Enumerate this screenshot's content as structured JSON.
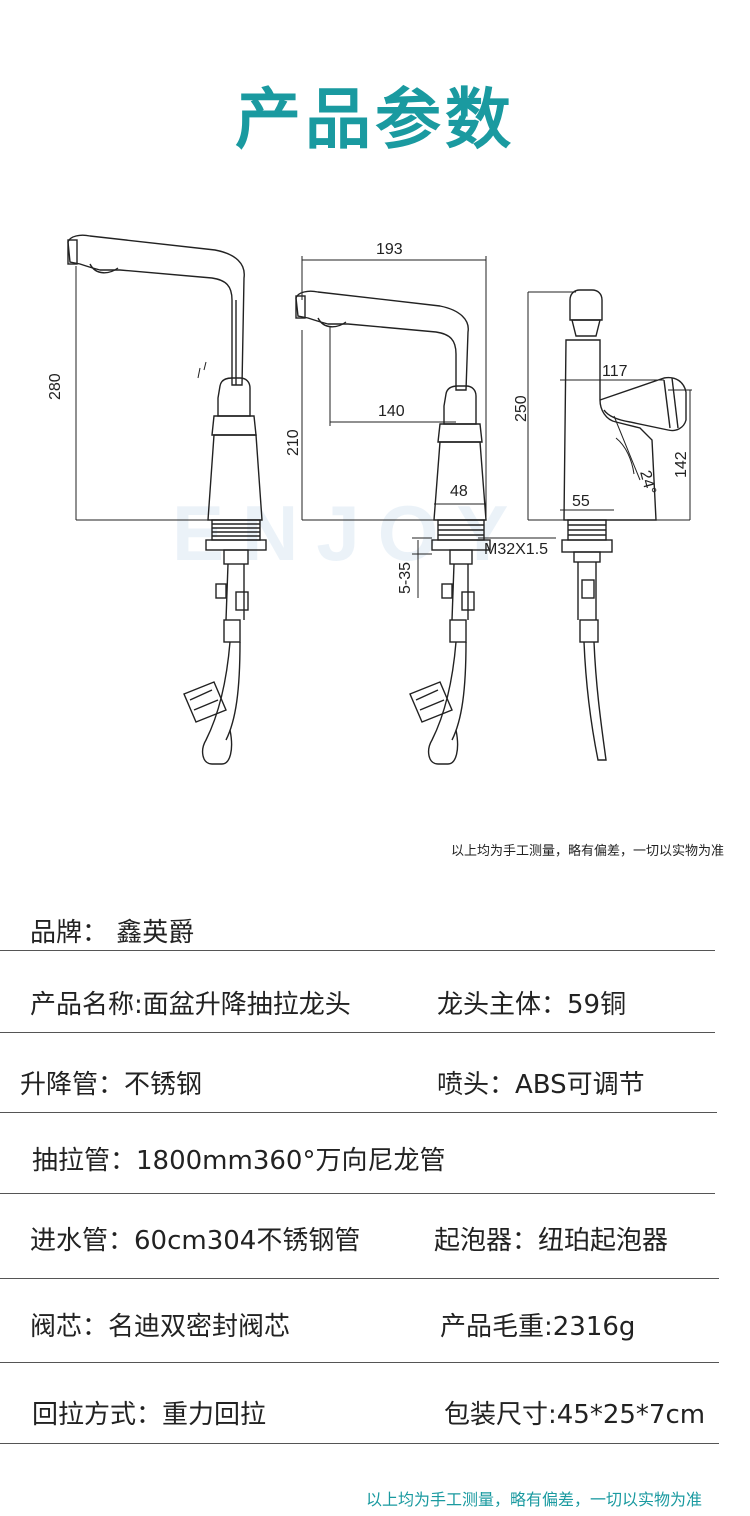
{
  "page_title": "产品参数",
  "watermark": "ENJOY",
  "dimensions": {
    "height_280": "280",
    "width_193": "193",
    "height_210": "210",
    "reach_140": "140",
    "base_48": "48",
    "thread": "M32X1.5",
    "deck_range": "5-35",
    "height_250": "250",
    "reach_117": "117",
    "angle": "24°",
    "height_142": "142",
    "base_55": "55"
  },
  "note": "以上均为手工测量，略有偏差，一切以实物为准",
  "specs": [
    {
      "left": "品牌：  鑫英爵",
      "right": ""
    },
    {
      "left": "产品名称:面盆升降抽拉龙头",
      "right": "龙头主体：59铜"
    },
    {
      "left": "升降管：不锈钢",
      "right": "喷头：ABS可调节"
    },
    {
      "left": "抽拉管：1800mm360°万向尼龙管",
      "right": ""
    },
    {
      "left": "进水管：60cm304不锈钢管",
      "right": "起泡器：纽珀起泡器"
    },
    {
      "left": "阀芯：名迪双密封阀芯",
      "right": "产品毛重:2316g"
    },
    {
      "left": "回拉方式：重力回拉",
      "right": "包装尺寸:45*25*7cm"
    }
  ],
  "footer_note": "以上均为手工测量，略有偏差，一切以实物为准",
  "colors": {
    "accent": "#1a9aa0",
    "watermark": "#dbe9f4"
  }
}
